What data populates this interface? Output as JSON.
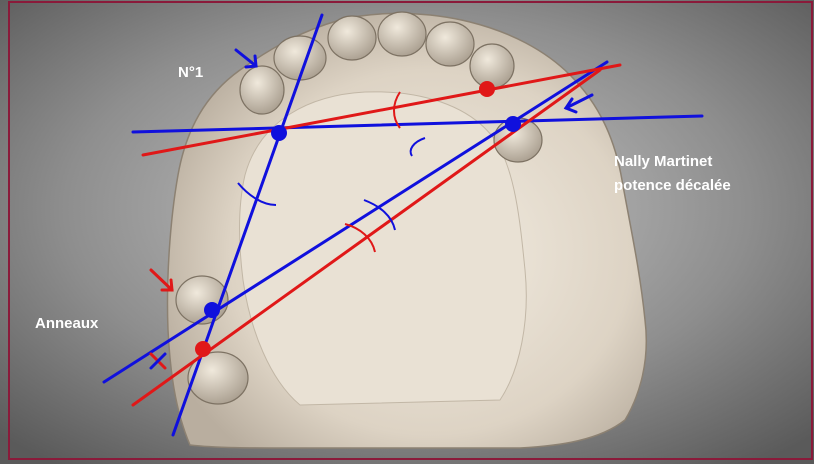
{
  "labels": {
    "n1": "N°1",
    "nally_line1": "Nally Martinet",
    "nally_line2": "potence décalée",
    "anneaux": "Anneaux"
  },
  "colors": {
    "blue_lines": "#1010dd",
    "red_lines": "#e01818",
    "frame": "#8a1a3a",
    "text": "#ffffff",
    "model": "#d9d0c2"
  }
}
